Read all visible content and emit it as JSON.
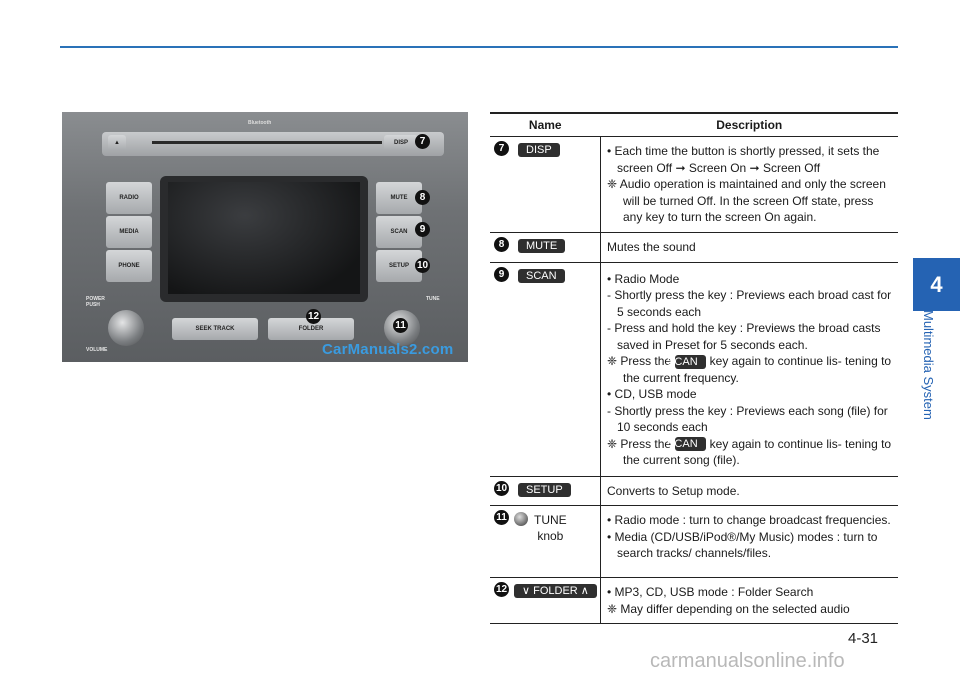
{
  "photo": {
    "buttons": [
      "RADIO",
      "MEDIA",
      "PHONE",
      "MUTE",
      "SCAN",
      "SETUP",
      "DISP"
    ],
    "labels": {
      "power": "POWER",
      "push": "PUSH",
      "volume": "VOLUME",
      "tune": "TUNE",
      "seek": "SEEK",
      "track": "TRACK",
      "folder": "FOLDER",
      "bluetooth": "Bluetooth"
    },
    "callouts": [
      "7",
      "8",
      "9",
      "10",
      "11",
      "12"
    ],
    "watermark": "CarManuals2.com"
  },
  "table": {
    "headers": {
      "name": "Name",
      "description": "Description"
    },
    "rows": [
      {
        "num": "7",
        "key": "DISP",
        "lines": [
          "• Each time the button is shortly pressed, it sets the screen Off ➞ Screen On ➞ Screen Off",
          "❈ Audio operation is maintained and only the screen will be turned Off. In the screen Off state, press any key to turn the screen On again."
        ]
      },
      {
        "num": "8",
        "key": "MUTE",
        "lines": [
          "Mutes the sound"
        ]
      },
      {
        "num": "9",
        "key": "SCAN",
        "lines": [
          "• Radio Mode",
          "- Shortly press the key : Previews each broad cast for 5 seconds each",
          "- Press and hold the key : Previews the broad casts saved in Preset for 5 seconds each.",
          "• CD, USB mode",
          "- Shortly press the key : Previews each song (file) for 10 seconds each"
        ],
        "note1_pre": "❈ Press the",
        "note1_post": "key again to continue lis- tening to the current frequency.",
        "note2_pre": "❈ Press the",
        "note2_post": "key again to continue lis- tening to the current song (file).",
        "inline_key": "SCAN"
      },
      {
        "num": "10",
        "key": "SETUP",
        "lines": [
          "Converts to Setup mode."
        ]
      },
      {
        "num": "11",
        "knob_label": "TUNE",
        "knob_label2": "knob",
        "lines": [
          "• Radio mode : turn to change broadcast frequencies.",
          "• Media (CD/USB/iPod®/My Music) modes : turn to search tracks/ channels/files."
        ]
      },
      {
        "num": "12",
        "key": "∨ FOLDER ∧",
        "lines": [
          "• MP3, CD, USB mode : Folder Search",
          "❈ May differ depending on the selected audio"
        ]
      }
    ]
  },
  "side": {
    "chapter": "4",
    "title": "Multimedia System"
  },
  "page_number": "4-31",
  "footer_watermark": "carmanualsonline.info"
}
